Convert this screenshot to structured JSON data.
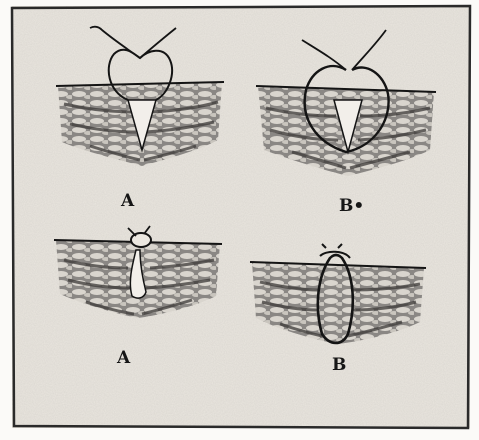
{
  "panels": [
    {
      "label": "A",
      "description_key": "simple-interrupted-suture"
    },
    {
      "label": "B•",
      "description_key": "deep-interrupted-suture"
    },
    {
      "label": "A",
      "description_key": "tied-simple-suture"
    },
    {
      "label": "B",
      "description_key": "tied-deep-suture"
    }
  ],
  "colors": {
    "paper": "#ebe7e0",
    "ink": "#141414",
    "tissue_shade": "#6e6c69",
    "tissue_light": "#dcd8d1"
  }
}
